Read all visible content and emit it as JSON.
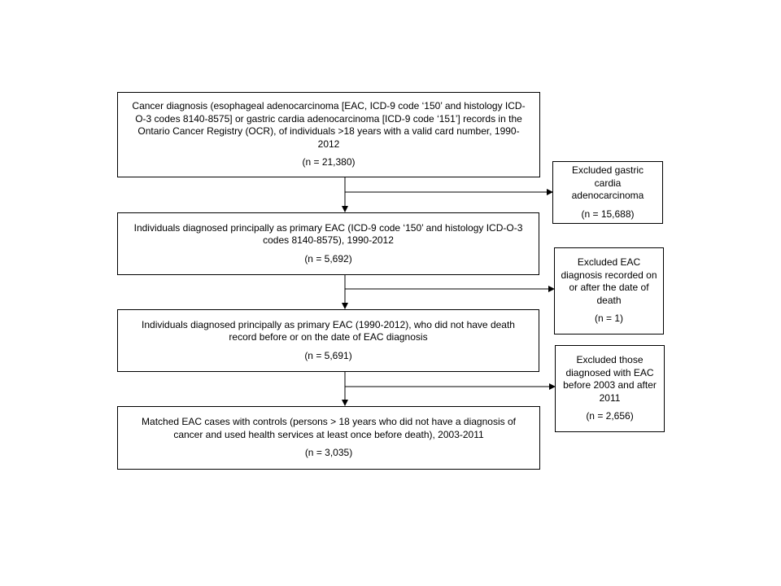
{
  "flowchart": {
    "steps": [
      {
        "text": "Cancer diagnosis (esophageal adenocarcinoma [EAC, ICD-9 code ‘150’ and histology ICD-O-3 codes 8140-8575] or gastric cardia adenocarcinoma [ICD-9 code ‘151’] records in the Ontario Cancer Registry (OCR), of individuals >18 years with a valid card number, 1990-2012",
        "count": "(n = 21,380)"
      },
      {
        "text": "Individuals diagnosed principally as primary EAC (ICD-9 code ‘150’ and histology ICD-O-3 codes 8140-8575), 1990-2012",
        "count": "(n = 5,692)"
      },
      {
        "text": "Individuals diagnosed principally as primary EAC (1990-2012), who did not have death record before or on the date of EAC diagnosis",
        "count": "(n = 5,691)"
      },
      {
        "text": "Matched EAC cases with controls (persons > 18 years who did not have a diagnosis of cancer and used health services at least once before death), 2003-2011",
        "count": "(n = 3,035)"
      }
    ],
    "exclusions": [
      {
        "text": "Excluded gastric cardia adenocarcinoma",
        "count": "(n = 15,688)"
      },
      {
        "text": "Excluded EAC diagnosis recorded on or after the date of death",
        "count": "(n = 1)"
      },
      {
        "text": "Excluded those diagnosed with EAC before 2003 and after 2011",
        "count": "(n = 2,656)"
      }
    ]
  }
}
